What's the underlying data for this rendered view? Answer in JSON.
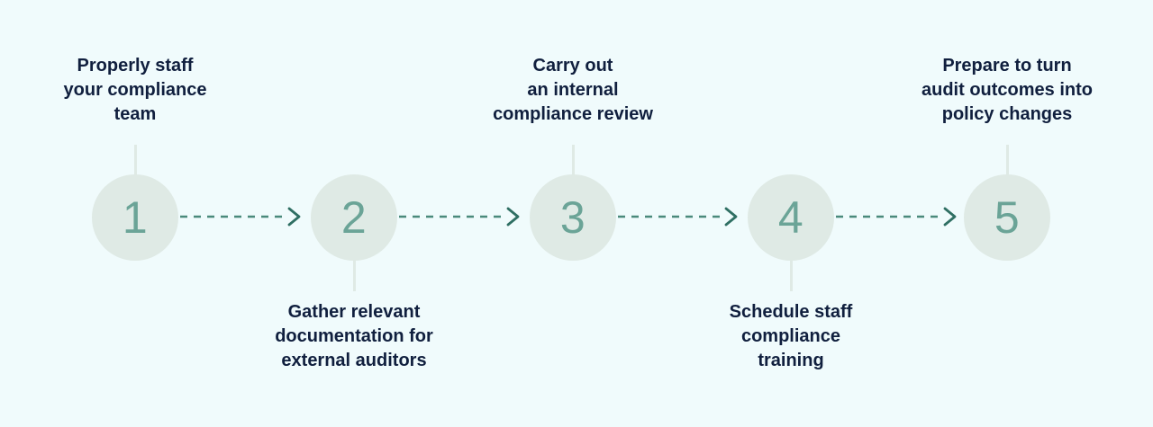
{
  "diagram": {
    "type": "horizontal-step-process",
    "background_color": "#f0fbfc",
    "circle_fill_color": "#dfeae5",
    "number_color": "#6ba497",
    "label_color": "#101f3e",
    "connector_color": "#4a8a7b",
    "steps": [
      {
        "number": "1",
        "label": "Properly staff\nyour compliance\nteam",
        "label_lines": [
          "Properly staff",
          "your compliance",
          "team"
        ],
        "label_position": "above"
      },
      {
        "number": "2",
        "label": "Gather relevant\ndocumentation for\nexternal auditors",
        "label_lines": [
          "Gather relevant",
          "documentation for",
          "external auditors"
        ],
        "label_position": "below"
      },
      {
        "number": "3",
        "label": "Carry out\nan internal\ncompliance review",
        "label_lines": [
          "Carry out",
          "an internal",
          "compliance review"
        ],
        "label_position": "above"
      },
      {
        "number": "4",
        "label": "Schedule staff\ncompliance\ntraining",
        "label_lines": [
          "Schedule staff",
          "compliance",
          "training"
        ],
        "label_position": "below"
      },
      {
        "number": "5",
        "label": "Prepare to turn\naudit outcomes into\npolicy changes",
        "label_lines": [
          "Prepare to turn",
          "audit outcomes into",
          "policy changes"
        ],
        "label_position": "above"
      }
    ],
    "connectors": [
      {
        "from": "1",
        "to": "2",
        "style": "dashed-arrow-right"
      },
      {
        "from": "2",
        "to": "3",
        "style": "dashed-arrow-right"
      },
      {
        "from": "3",
        "to": "4",
        "style": "dashed-arrow-right"
      },
      {
        "from": "4",
        "to": "5",
        "style": "dashed-arrow-right"
      }
    ]
  }
}
